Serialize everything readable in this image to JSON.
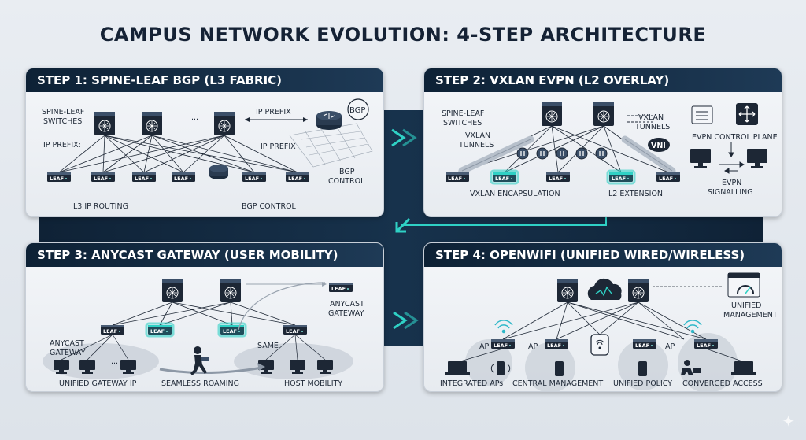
{
  "title": "CAMPUS NETWORK EVOLUTION: 4-STEP ARCHITECTURE",
  "steps": [
    {
      "title": "STEP 1: SPINE-LEAF BGP (L3 FABRIC)",
      "labels": {
        "spine_leaf": [
          "SPINE-LEAF",
          "SWITCHES"
        ],
        "ellipsis": "···",
        "ip_prefix_right": "IP PREFIX",
        "bgp": "BGP",
        "ip_prefix_left": "IP PREFIX:",
        "ip_prefix_mid": "IP PREFIX",
        "bgp_control_side": [
          "BGP",
          "CONTROL"
        ],
        "l3_routing": "L3 IP ROUTING",
        "bgp_control": "BGP CONTROL"
      }
    },
    {
      "title": "STEP 2: VXLAN EVPN (L2 OVERLAY)",
      "labels": {
        "spine_leaf": [
          "SPINE-LEAF",
          "SWITCHES"
        ],
        "vxlan_tunnels_left": [
          "VXLAN",
          "TUNNELS"
        ],
        "vxlan_tunnels_right": [
          "VXLAN",
          "TUNNELS"
        ],
        "vni": "VNI",
        "evpn_control_plane": "EVPN CONTROL PLANE",
        "evpn_signalling": [
          "EVPN",
          "SIGNALLING"
        ],
        "vxlan_encapsulation": "VXLAN ENCAPSULATION",
        "l2_extension": "L2 EXTENSION"
      }
    },
    {
      "title": "STEP 3: ANYCAST GATEWAY (USER MOBILITY)",
      "labels": {
        "anycast_gateway_right": [
          "ANYCAST",
          "GATEWAY"
        ],
        "anycast_gateway_left": [
          "ANYCAST",
          "GATEWAY"
        ],
        "same": "SAME",
        "ellipsis": "···",
        "unified_gateway_ip": "UNIFIED GATEWAY IP",
        "seamless_roaming": "SEAMLESS ROAMING",
        "host_mobility": "HOST MOBILITY"
      }
    },
    {
      "title": "STEP 4: OPENWIFI (UNIFIED WIRED/WIRELESS)",
      "labels": {
        "unified_management": [
          "UNIFIED",
          "MANAGEMENT"
        ],
        "ap": "AP",
        "integrated_aps": "INTEGRATED APs",
        "central_management": "CENTRAL MANAGEMENT",
        "unified_policy": "UNIFIED POLICY",
        "converged_access": "CONVERGED ACCESS"
      }
    }
  ],
  "leaf_label": "LEAF",
  "colors": {
    "navy": "#0f2236",
    "teal": "#2fd1c5",
    "line": "#1d2735",
    "panel": "#eef1f5"
  }
}
